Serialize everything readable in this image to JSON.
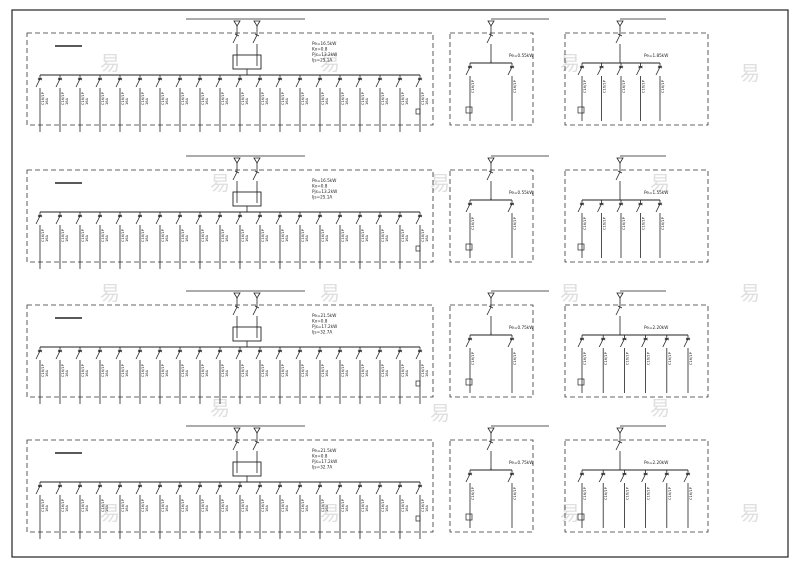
{
  "sheet": {
    "line_color": "#222222",
    "dash_color": "#333333",
    "watermark_glyph": "易",
    "watermark_color": "#c9c9c9"
  },
  "rows": [
    {
      "main": {
        "params": [
          "Pe=16.5kW",
          "Kx=0.8",
          "Pjs=13.2kW",
          "Ijs=25.1A"
        ],
        "circuits": 20
      },
      "sub1": {
        "label": "Pe=0.55kW",
        "circuits": 2
      },
      "sub2": {
        "label": "Pe=1.85kW",
        "circuits": 5
      }
    },
    {
      "main": {
        "params": [
          "Pe=16.5kW",
          "Kx=0.8",
          "Pjs=13.2kW",
          "Ijs=25.1A"
        ],
        "circuits": 20
      },
      "sub1": {
        "label": "Pe=0.55kW",
        "circuits": 2
      },
      "sub2": {
        "label": "Pe=1.55kW",
        "circuits": 5
      }
    },
    {
      "main": {
        "params": [
          "Pe=21.5kW",
          "Kx=0.8",
          "Pjs=17.2kW",
          "Ijs=32.7A"
        ],
        "circuits": 20
      },
      "sub1": {
        "label": "Pe=0.75kW",
        "circuits": 2
      },
      "sub2": {
        "label": "Pe=2.20kW",
        "circuits": 6
      }
    },
    {
      "main": {
        "params": [
          "Pe=21.5kW",
          "Kx=0.8",
          "Pjs=17.2kW",
          "Ijs=32.7A"
        ],
        "circuits": 20
      },
      "sub1": {
        "label": "Pe=0.75kW",
        "circuits": 2
      },
      "sub2": {
        "label": "Pe=2.20kW",
        "circuits": 6
      }
    }
  ]
}
